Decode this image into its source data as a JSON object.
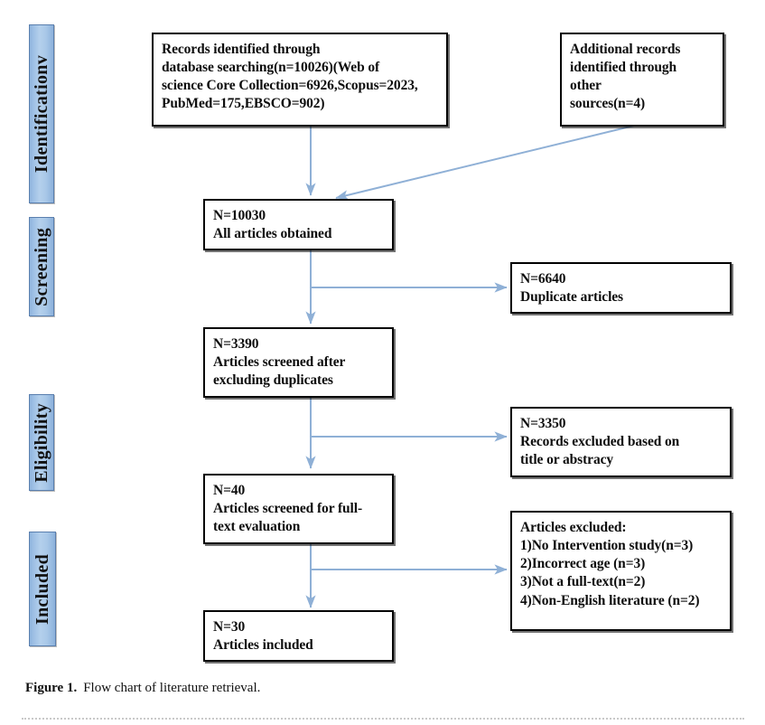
{
  "figure": {
    "caption_label": "Figure 1.",
    "caption_text": "Flow chart of literature retrieval."
  },
  "colors": {
    "arrow": "#8fb0d6",
    "box_border": "#000000",
    "stage_fill": "#a9c8e8",
    "stage_border": "#5a7fae",
    "text": "#0d0d0d"
  },
  "stages": [
    {
      "id": "identification",
      "label": "Identificationv"
    },
    {
      "id": "screening",
      "label": "Screening"
    },
    {
      "id": "eligibility",
      "label": "Eligibility"
    },
    {
      "id": "included",
      "label": "Included"
    }
  ],
  "chart_data": {
    "type": "diagram",
    "title": "Flow chart of literature retrieval.",
    "nodes": [
      {
        "id": "records-identified",
        "stage": "identification",
        "column": "main",
        "count": 10026,
        "lines": [
          "Records identified through",
          "database searching(n=10026)(Web of",
          "science Core Collection=6926,Scopus=2023,",
          "PubMed=175,EBSCO=902)"
        ]
      },
      {
        "id": "additional-records",
        "stage": "identification",
        "column": "secondary",
        "count": 4,
        "lines": [
          "Additional records",
          "identified through",
          "other",
          "sources(n=4)"
        ]
      },
      {
        "id": "all-articles-obtained",
        "stage": "screening",
        "column": "main",
        "count": 10030,
        "lines": [
          "N=10030",
          "All articles obtained"
        ]
      },
      {
        "id": "duplicate-articles",
        "stage": "screening",
        "column": "excluded",
        "count": 6640,
        "lines": [
          "N=6640",
          "Duplicate articles"
        ]
      },
      {
        "id": "screened-after-duplicates",
        "stage": "screening",
        "column": "main",
        "count": 3390,
        "lines": [
          "N=3390",
          "Articles screened after",
          "excluding duplicates"
        ]
      },
      {
        "id": "records-excluded-title-abstract",
        "stage": "eligibility",
        "column": "excluded",
        "count": 3350,
        "lines": [
          "N=3350",
          "Records excluded based on",
          "title or abstracy"
        ]
      },
      {
        "id": "screened-full-text",
        "stage": "eligibility",
        "column": "main",
        "count": 40,
        "lines": [
          "N=40",
          "Articles screened for full-",
          "text evaluation"
        ]
      },
      {
        "id": "articles-excluded-reasons",
        "stage": "included",
        "column": "excluded",
        "lines": [
          "Articles excluded:",
          "1)No Intervention study(n=3)",
          "2)Incorrect age (n=3)",
          "3)Not a full-text(n=2)",
          "4)Non-English literature (n=2)"
        ],
        "reasons": [
          {
            "index": "1)",
            "text": "No Intervention study(n=3)",
            "n": 3
          },
          {
            "index": "2)",
            "text": "Incorrect age (n=3)",
            "n": 3
          },
          {
            "index": "3)",
            "text": "Not a full-text(n=2)",
            "n": 2
          },
          {
            "index": "4)",
            "text": "Non-English literature (n=2)",
            "n": 2
          }
        ]
      },
      {
        "id": "articles-included",
        "stage": "included",
        "column": "main",
        "count": 30,
        "lines": [
          "N=30",
          "Articles included"
        ]
      }
    ],
    "edges": [
      {
        "from": "records-identified",
        "to": "all-articles-obtained",
        "kind": "vertical"
      },
      {
        "from": "additional-records",
        "to": "all-articles-obtained",
        "kind": "diagonal"
      },
      {
        "from": "all-articles-obtained",
        "to": "screened-after-duplicates",
        "kind": "vertical"
      },
      {
        "from": "all-articles-obtained",
        "to": "duplicate-articles",
        "kind": "branch-right"
      },
      {
        "from": "screened-after-duplicates",
        "to": "screened-full-text",
        "kind": "vertical"
      },
      {
        "from": "screened-after-duplicates",
        "to": "records-excluded-title-abstract",
        "kind": "branch-right"
      },
      {
        "from": "screened-full-text",
        "to": "articles-included",
        "kind": "vertical"
      },
      {
        "from": "screened-full-text",
        "to": "articles-excluded-reasons",
        "kind": "branch-right"
      }
    ]
  }
}
